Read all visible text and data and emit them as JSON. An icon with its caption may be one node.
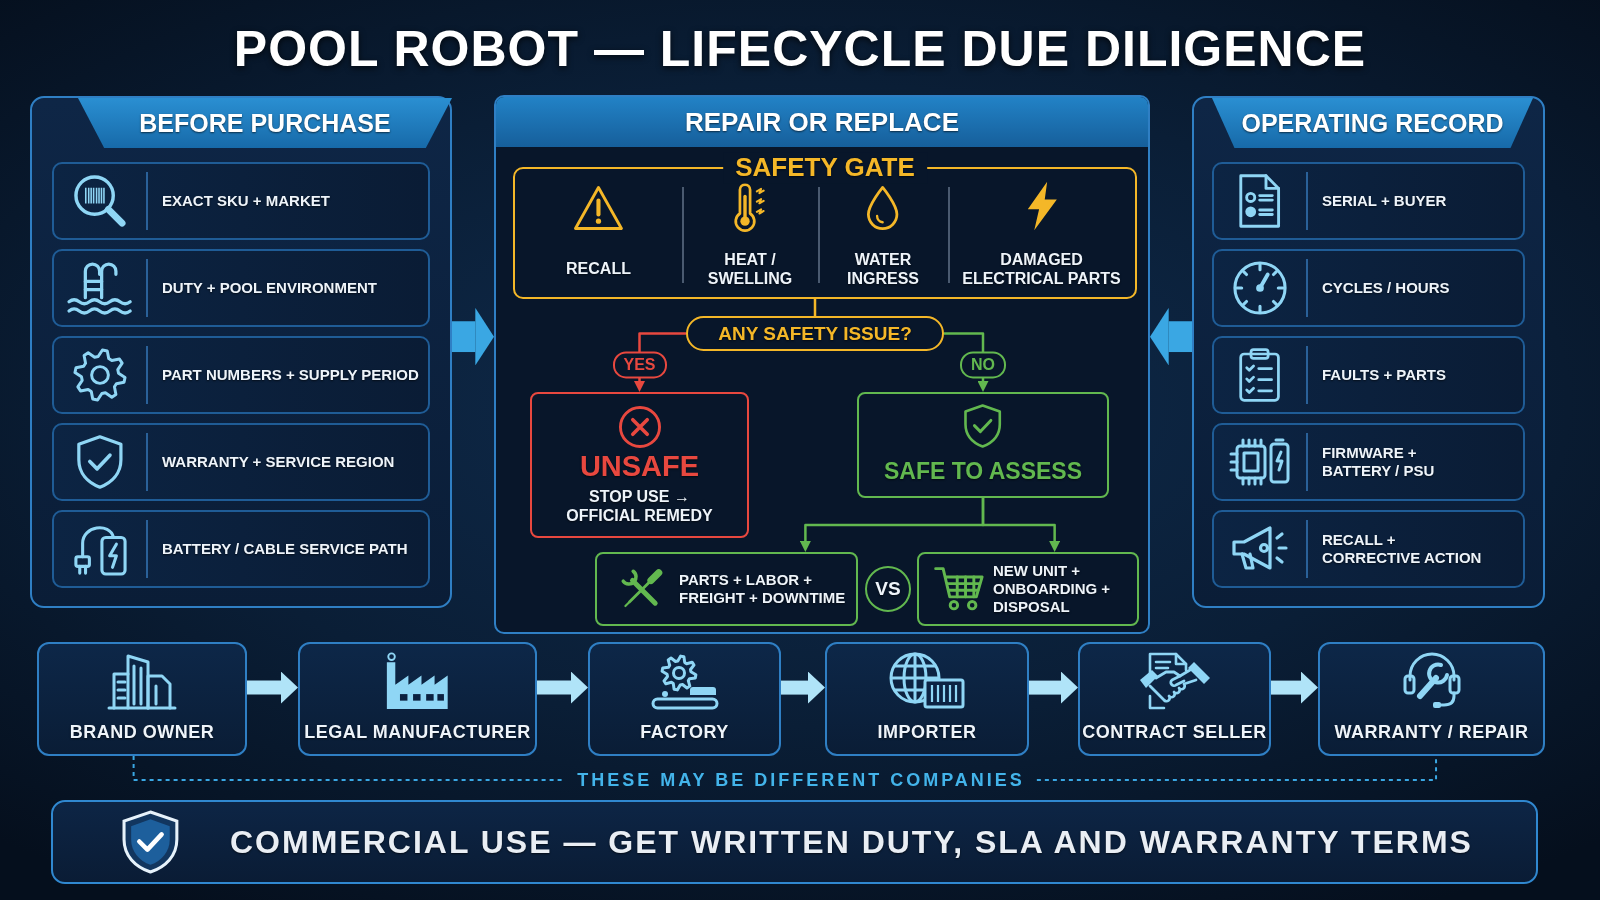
{
  "diagram": {
    "title": "POOL ROBOT — LIFECYCLE DUE DILIGENCE",
    "nodes": [
      {
        "text": [
          "BEFORE PURCHASE"
        ]
      },
      {
        "text": [
          "EXACT SKU + MARKET"
        ],
        "in": 0
      },
      {
        "text": [
          "DUTY + POOL ENVIRONMENT"
        ],
        "in": 0
      },
      {
        "text": [
          "PART NUMBERS + SUPPLY PERIOD"
        ],
        "in": 0
      },
      {
        "text": [
          "WARRANTY + SERVICE REGION"
        ],
        "in": 0
      },
      {
        "text": [
          "BATTERY / CABLE SERVICE PATH"
        ],
        "in": 0
      },
      {
        "text": [
          "REPAIR OR REPLACE"
        ]
      },
      {
        "text": [
          "SAFETY GATE",
          "RECALL",
          "HEAT / SWELLING",
          "WATER INGRESS",
          "DAMAGED ELECTRICAL PARTS"
        ],
        "in": 6
      },
      {
        "text": [
          "ANY SAFETY ISSUE?"
        ],
        "in": 6
      },
      {
        "text": [
          "UNSAFE",
          "STOP USE → OFFICIAL REMEDY"
        ],
        "in": 6
      },
      {
        "text": [
          "SAFE TO ASSESS"
        ],
        "in": 6
      },
      {
        "text": [
          "PARTS + LABOR + FREIGHT + DOWNTIME"
        ],
        "in": 6
      },
      {
        "text": [
          "VS"
        ],
        "in": 6
      },
      {
        "text": [
          "NEW UNIT + ONBOARDING + DISPOSAL"
        ],
        "in": 6
      },
      {
        "text": [
          "OPERATING RECORD"
        ]
      },
      {
        "text": [
          "SERIAL + BUYER"
        ],
        "in": 14
      },
      {
        "text": [
          "CYCLES / HOURS"
        ],
        "in": 14
      },
      {
        "text": [
          "FAULTS + PARTS"
        ],
        "in": 14
      },
      {
        "text": [
          "FIRMWARE + BATTERY / PSU"
        ],
        "in": 14
      },
      {
        "text": [
          "RECALL + CORRECTIVE ACTION"
        ],
        "in": 14
      },
      {
        "text": [
          "BRAND OWNER"
        ]
      },
      {
        "text": [
          "LEGAL MANUFACTURER"
        ]
      },
      {
        "text": [
          "FACTORY"
        ]
      },
      {
        "text": [
          "IMPORTER"
        ]
      },
      {
        "text": [
          "CONTRACT SELLER"
        ]
      },
      {
        "text": [
          "WARRANTY / REPAIR"
        ]
      },
      {
        "text": [
          "COMMERCIAL USE — GET WRITTEN DUTY, SLA AND WARRANTY TERMS"
        ]
      }
    ],
    "edges": [
      {
        "from": 0,
        "to": 6,
        "arrow": "to",
        "style": "thick",
        "color": "#3aa7e3"
      },
      {
        "from": 14,
        "to": 6,
        "arrow": "to",
        "style": "thick",
        "color": "#3aa7e3"
      },
      {
        "from": 7,
        "to": 8,
        "arrow": "none",
        "color": "#f4b728"
      },
      {
        "from": 8,
        "to": 9,
        "arrow": "to",
        "label": "YES",
        "color": "#e8483f"
      },
      {
        "from": 8,
        "to": 10,
        "arrow": "to",
        "label": "NO",
        "color": "#62b84f"
      },
      {
        "from": 10,
        "to": 11,
        "arrow": "to",
        "color": "#62b84f"
      },
      {
        "from": 10,
        "to": 13,
        "arrow": "to",
        "color": "#62b84f"
      },
      {
        "from": 20,
        "to": 21,
        "arrow": "to"
      },
      {
        "from": 21,
        "to": 22,
        "arrow": "to"
      },
      {
        "from": 22,
        "to": 23,
        "arrow": "to"
      },
      {
        "from": 23,
        "to": 24,
        "arrow": "to"
      },
      {
        "from": 24,
        "to": 25,
        "arrow": "to"
      }
    ],
    "labels": [
      "THESE MAY BE DIFFERENT COMPANIES"
    ]
  }
}
